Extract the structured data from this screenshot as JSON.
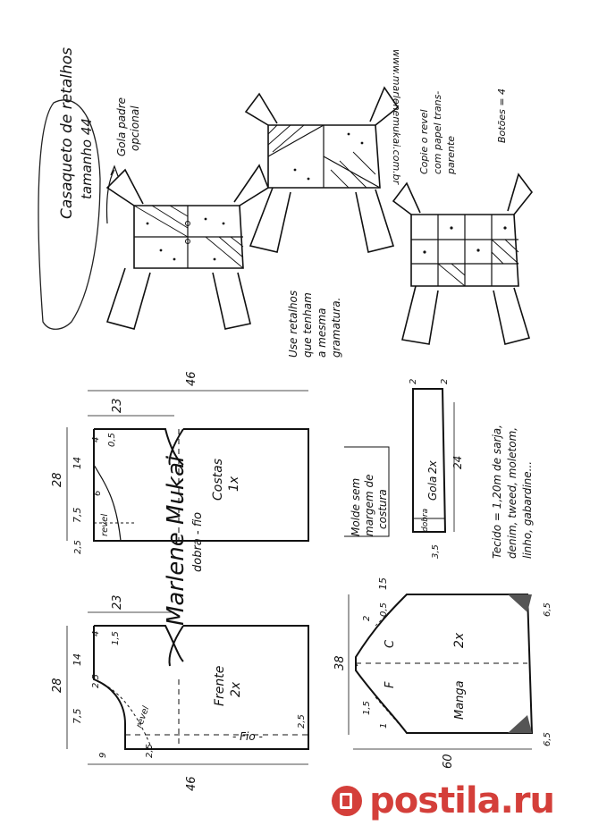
{
  "title": {
    "line1": "Casaqueto de retalhos",
    "line2": "tamanho 44"
  },
  "notes": {
    "gola_padre": "Gola padre",
    "opcional": "opcional",
    "site": "www.marlenemukai.com.br",
    "use_retalhos_1": "Use retalhos",
    "use_retalhos_2": "que tenham",
    "use_retalhos_3": "a mesma",
    "use_retalhos_4": "gramatura.",
    "copie_1": "Copie o revel",
    "copie_2": "com papel trans-",
    "copie_3": "parente",
    "botoes": "Botões = 4",
    "molde_1": "Molde sem",
    "molde_2": "margem de",
    "molde_3": "costura",
    "tecido_1": "Tecido = 1,20m de sarja,",
    "tecido_2": "denim, tweed, moletom,",
    "tecido_3": "linho, gabardine..."
  },
  "costas": {
    "label": "Costas",
    "qty": "1x",
    "dobra_fio": "dobra - fio",
    "revel": "revel",
    "dim_46": "46",
    "dim_23": "23",
    "dim_28": "28",
    "dim_14": "14",
    "dim_7_5": "7,5",
    "dim_2_5": "2,5",
    "dim_4": "4",
    "dim_0_5": "0,5",
    "dim_6": "6"
  },
  "frente": {
    "label": "Frente",
    "qty": "2x",
    "fio": "- Fio -",
    "revel": "revel",
    "dim_46": "46",
    "dim_23": "23",
    "dim_28": "28",
    "dim_14": "14",
    "dim_7_5": "7,5",
    "dim_4": "4",
    "dim_1_5": "1,5",
    "dim_2_5a": "2,5",
    "dim_2_5b": "2,5",
    "dim_2_5c": "2,5",
    "dim_9": "9"
  },
  "gola": {
    "label": "Gola",
    "qty": "2x",
    "dobra": "dobra",
    "dim_24": "24",
    "dim_3_5": "3,5",
    "dim_2a": "2",
    "dim_2b": "2"
  },
  "manga": {
    "label": "Manga",
    "qty": "2x",
    "f": "F",
    "c": "C",
    "dim_60": "60",
    "dim_38": "38",
    "dim_15": "15",
    "dim_2": "2",
    "dim_0_5": "0,5",
    "dim_1_5": "1,5",
    "dim_1": "1",
    "dim_6_5a": "6,5",
    "dim_6_5b": "6,5"
  },
  "signature": "Marlene Mukai",
  "brand": "postila.ru"
}
